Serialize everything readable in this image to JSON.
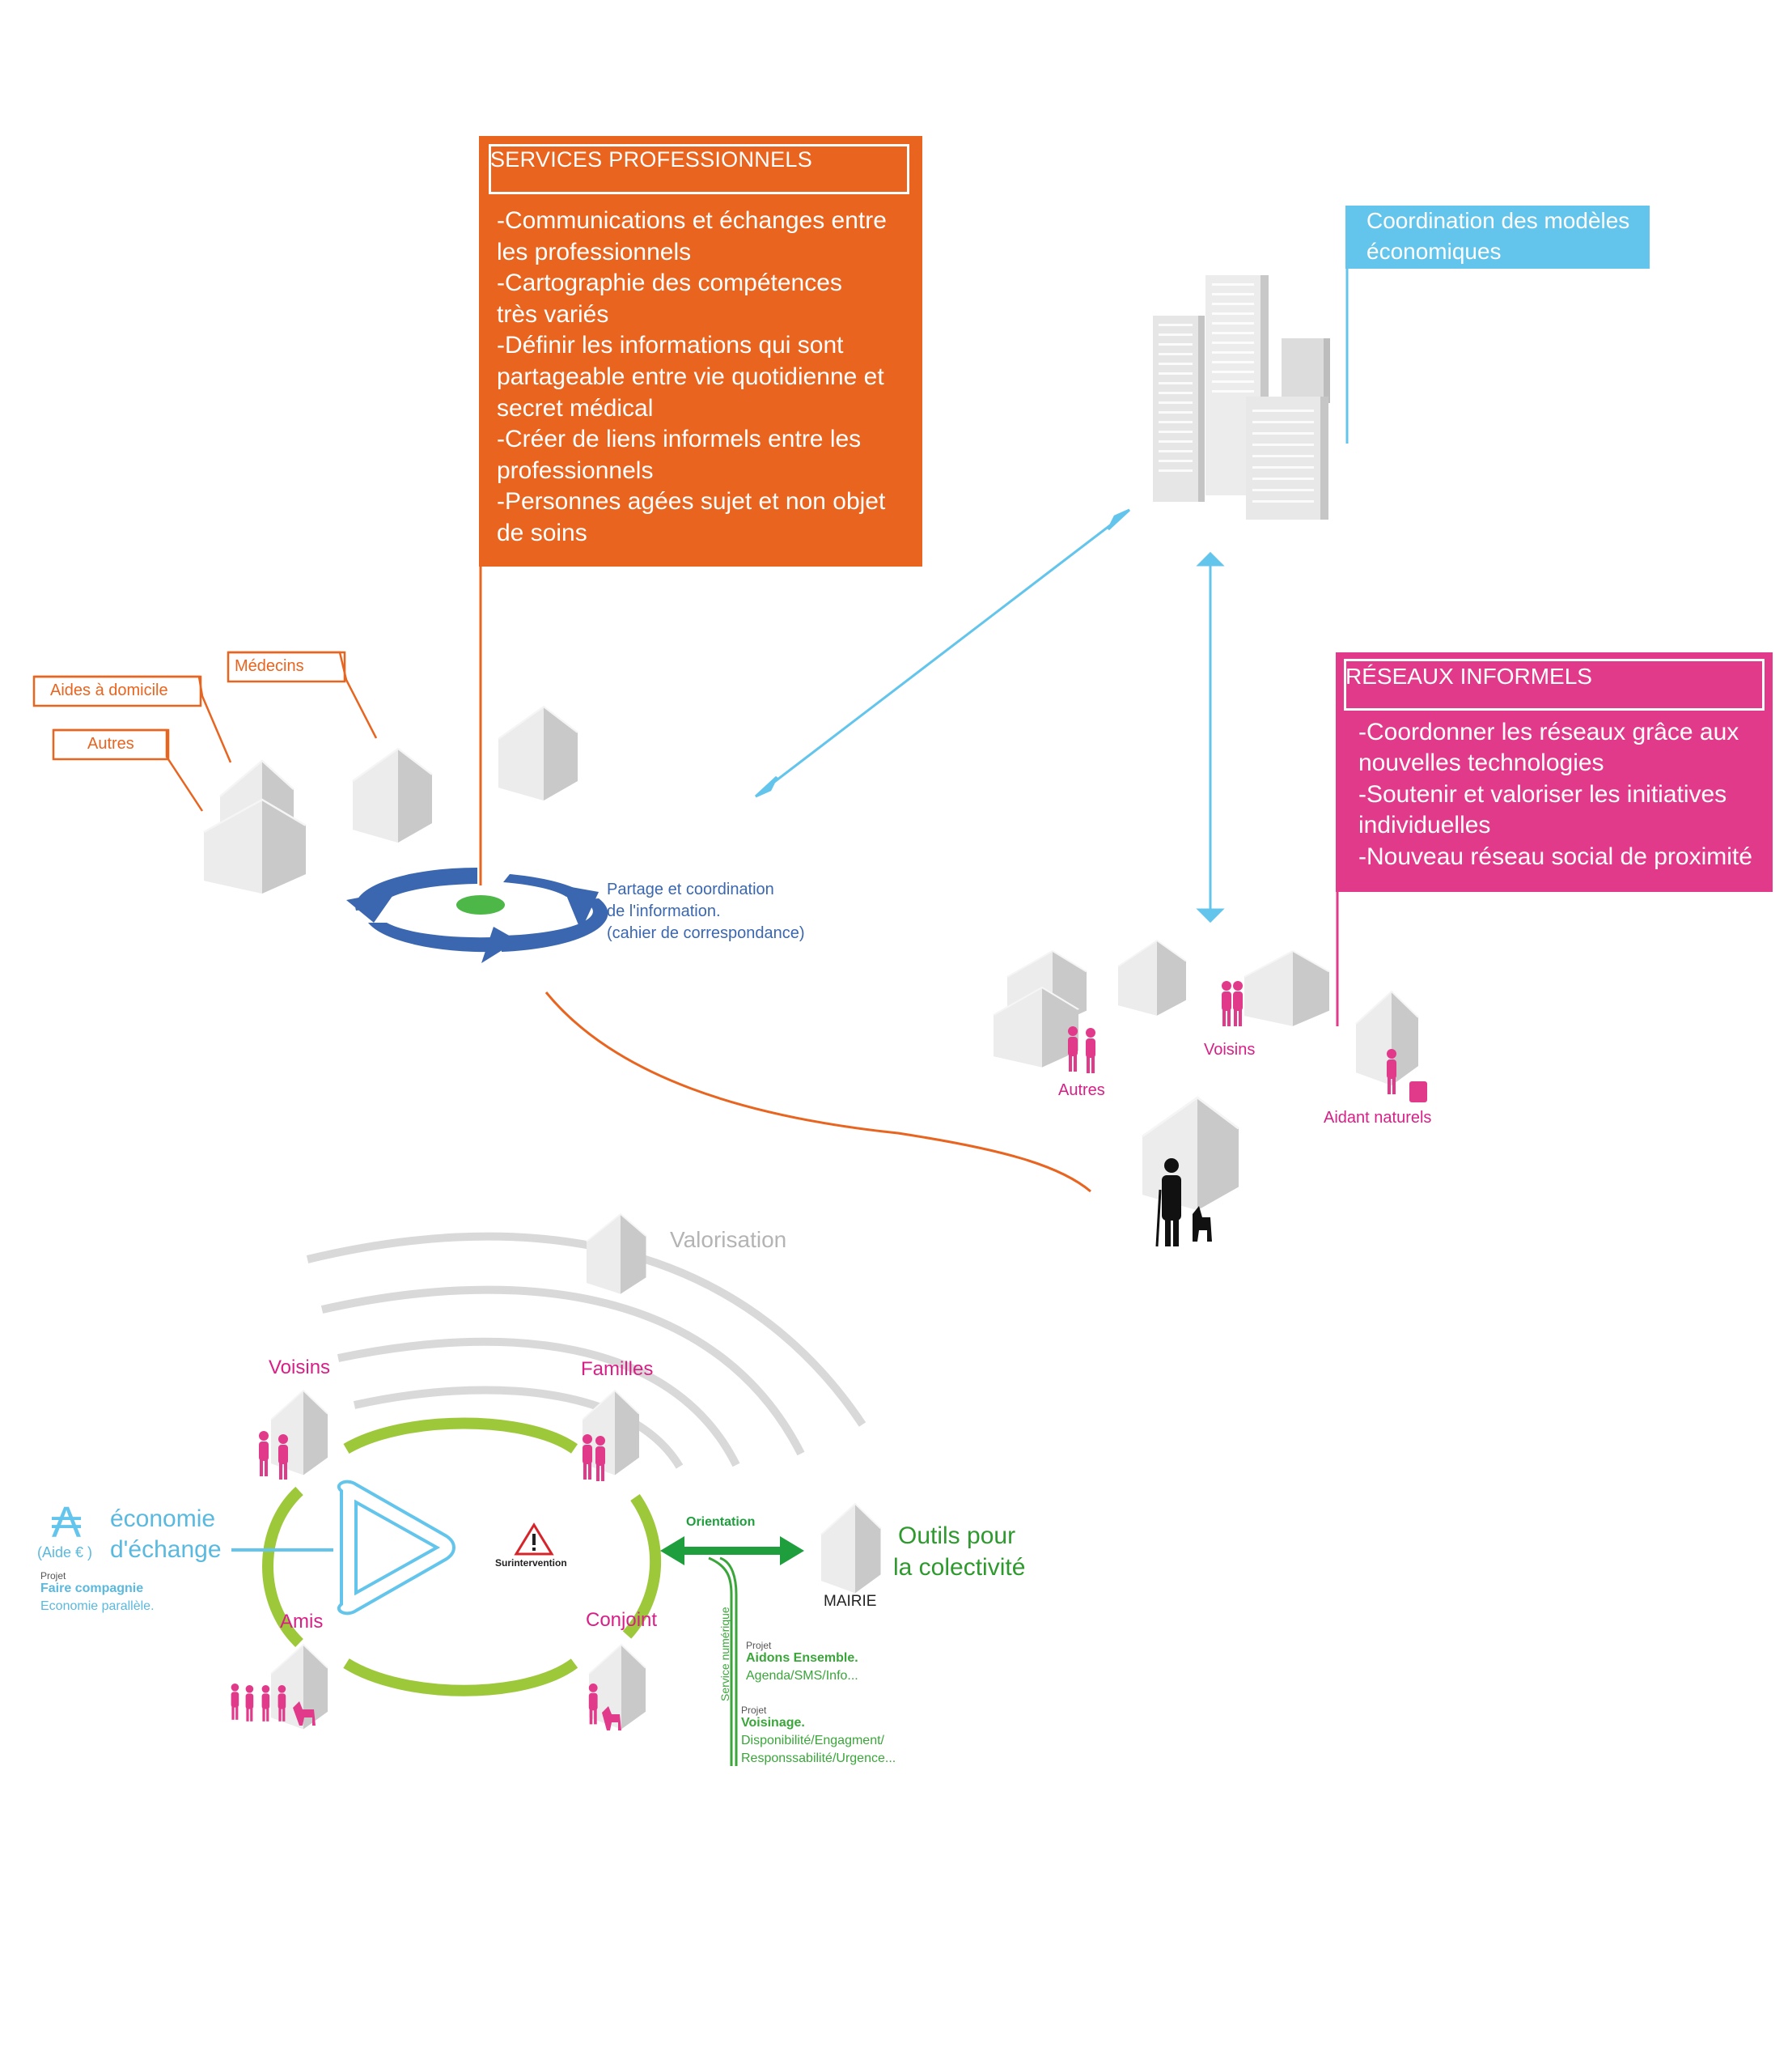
{
  "services_professionnels": {
    "title": "SERVICES PROFESSIONNELS",
    "lines": [
      "-Communications et échanges entre",
      "les professionnels",
      "-Cartographie des compétences",
      "très variés",
      "-Définir les informations qui sont",
      "partageable entre vie quotidienne et",
      "secret médical",
      "-Créer de liens informels entre les",
      "professionnels",
      "-Personnes agées sujet et non objet",
      "de soins"
    ]
  },
  "coordination": {
    "line1": "Coordination des modèles",
    "line2": "économiques"
  },
  "reseaux_informels": {
    "title": "RÉSEAUX INFORMELS",
    "lines": [
      "-Coordonner les réseaux grâce aux",
      "nouvelles technologies",
      "-Soutenir et valoriser les initiatives",
      "individuelles",
      "-Nouveau réseau social de proximité"
    ]
  },
  "pro_labels": {
    "medecins": "Médecins",
    "aides": "Aides à domicile",
    "autres": "Autres"
  },
  "partage": {
    "line1": "Partage et coordination",
    "line2": "de l'information.",
    "line3": "(cahier de correspondance)"
  },
  "informal_labels": {
    "autres": "Autres",
    "voisins": "Voisins",
    "aidant": "Aidant naturels"
  },
  "bottom": {
    "valorisation": "Valorisation",
    "voisins": "Voisins",
    "familles": "Familles",
    "amis": "Amis",
    "conjoint": "Conjoint",
    "surintervention": "Surintervention",
    "orientation": "Orientation",
    "outils_line1": "Outils pour",
    "outils_line2": "la colectivité",
    "mairie": "MAIRIE",
    "service_numerique": "Service numérique",
    "economie_line1": "économie",
    "economie_line2": "d'échange",
    "currency_symbol": "₳",
    "aide": "(Aide € )",
    "projet1_label": "Projet",
    "projet1_name": "Faire compagnie",
    "projet1_desc": "Economie parallèle.",
    "projet2_label": "Projet",
    "projet2_name": "Aidons Ensemble.",
    "projet2_desc": "Agenda/SMS/Info...",
    "projet3_label": "Projet",
    "projet3_name": "Voisinage.",
    "projet3_desc1": "Disponibilité/Engagment/",
    "projet3_desc2": "Responssabilité/Urgence..."
  },
  "colors": {
    "orange": "#e8641f",
    "pink": "#e23a8a",
    "cyan": "#63c5ec",
    "blue": "#3a67b0",
    "lime": "#9dc83a",
    "green": "#1e9e3c",
    "grey": "#d4d4d4"
  }
}
